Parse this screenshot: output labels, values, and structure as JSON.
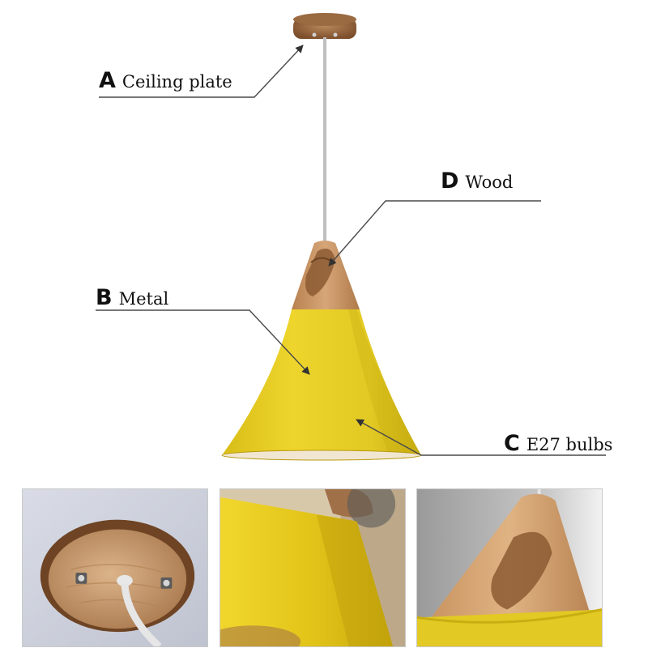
{
  "labels": [
    {
      "id": "a",
      "letter": "A",
      "text": "Ceiling plate"
    },
    {
      "id": "d",
      "letter": "D",
      "text": "Wood"
    },
    {
      "id": "b",
      "letter": "B",
      "text": "Metal"
    },
    {
      "id": "c",
      "letter": "C",
      "text": "E27 bulbs"
    }
  ],
  "colors": {
    "shade_yellow": "#e2c923",
    "shade_shadow": "#c9ae12",
    "wood": "#c99766",
    "wood_dark": "#8c5a32",
    "line": "#4a4a4a"
  }
}
